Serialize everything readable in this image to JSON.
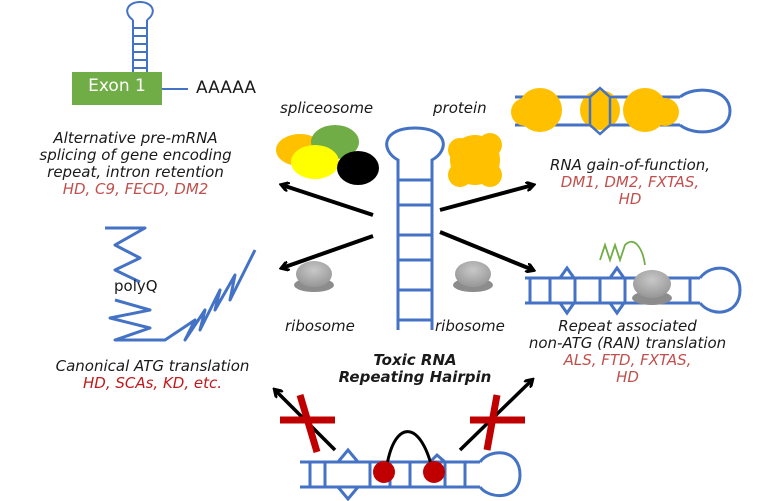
{
  "exon": {
    "label": "Exon 1",
    "polyA": "AAAAA"
  },
  "labels": {
    "spliceosome": "spliceosome",
    "protein": "protein",
    "ribosome_left": "ribosome",
    "ribosome_right": "ribosome",
    "polyq": "polyQ"
  },
  "pathways": {
    "splicing": {
      "lines": [
        "Alternative pre-mRNA",
        "splicing of gene encoding",
        "repeat, intron retention"
      ],
      "diseases": "HD, C9, FECD, DM2"
    },
    "gain_of_function": {
      "lines": [
        "RNA gain-of-function,"
      ],
      "diseases": [
        "DM1, DM2, FXTAS,",
        "HD"
      ]
    },
    "canonical": {
      "lines": [
        "Canonical ATG translation"
      ],
      "diseases": "HD, SCAs, KD, etc."
    },
    "ran": {
      "lines": [
        "Repeat associated",
        "non-ATG (RAN) translation"
      ],
      "diseases": [
        "ALS, FTD, FXTAS,",
        "HD"
      ]
    }
  },
  "center": {
    "lines": [
      "Toxic RNA",
      "Repeating Hairpin"
    ]
  },
  "colors": {
    "rna_blue": "#4472c4",
    "exon_green": "#70ad47",
    "protein_yellow": "#ffc000",
    "disease_red": "#c0504d",
    "block_red": "#c00000",
    "ribosome_gray": "#a6a6a6"
  }
}
